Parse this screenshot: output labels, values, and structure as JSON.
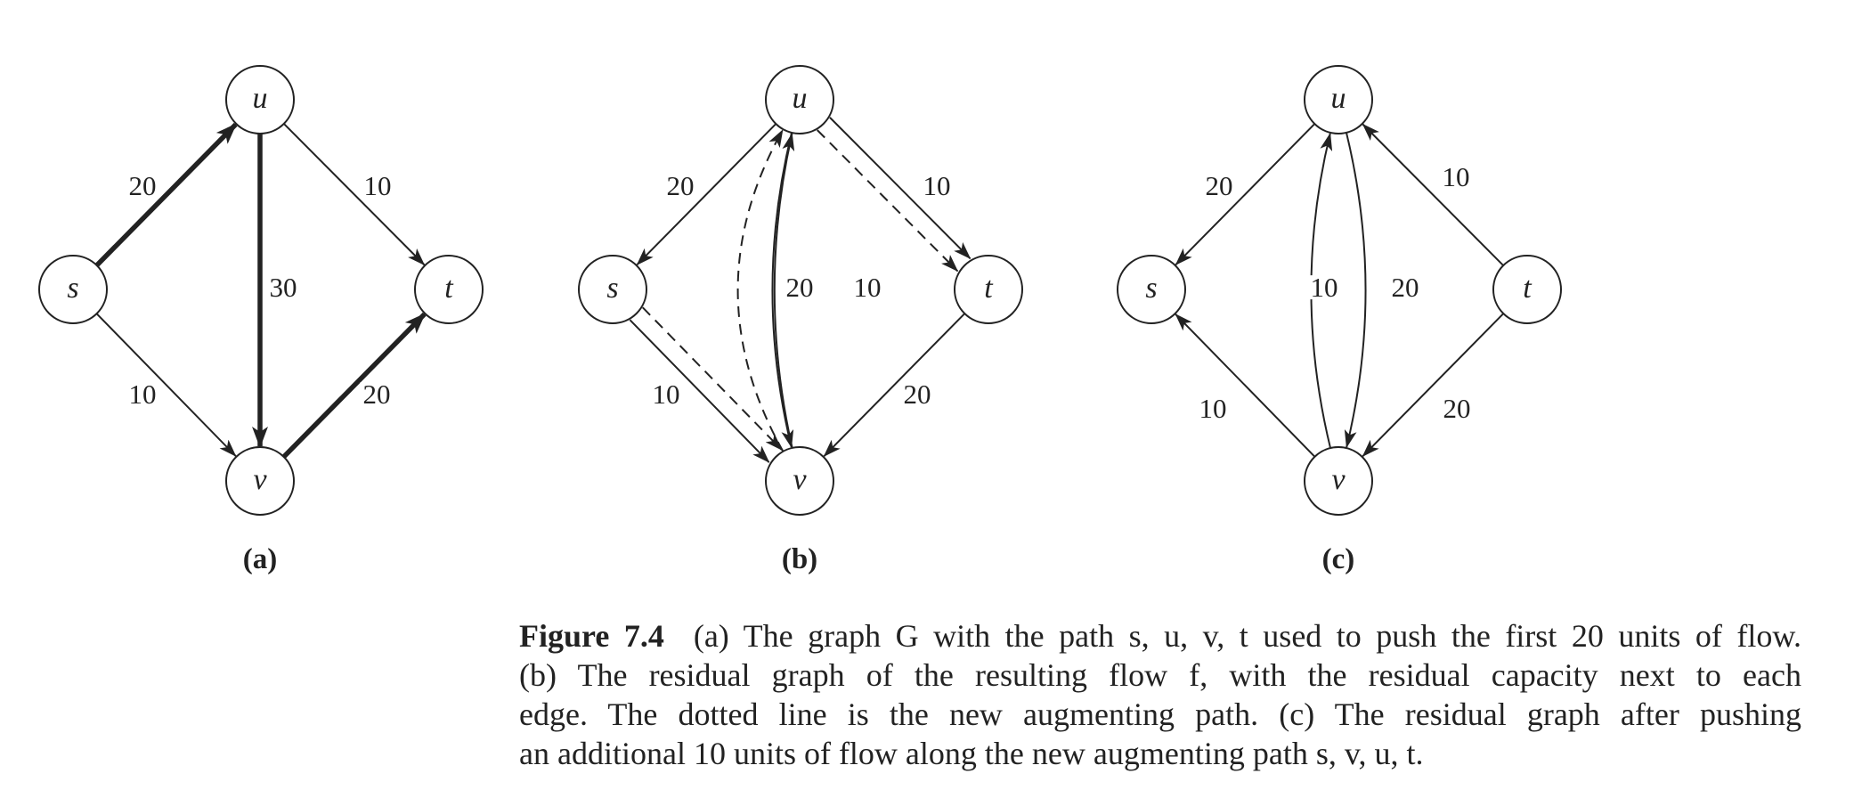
{
  "panels": [
    {
      "id": "a",
      "sublabel": "(a)",
      "nodes": {
        "s": "s",
        "u": "u",
        "v": "v",
        "t": "t"
      },
      "edges": [
        {
          "from": "s",
          "to": "u",
          "label": "20",
          "style": "bold"
        },
        {
          "from": "u",
          "to": "v",
          "label": "30",
          "style": "bold"
        },
        {
          "from": "v",
          "to": "t",
          "label": "20",
          "style": "bold"
        },
        {
          "from": "u",
          "to": "t",
          "label": "10",
          "style": "normal"
        },
        {
          "from": "s",
          "to": "v",
          "label": "10",
          "style": "normal"
        }
      ]
    },
    {
      "id": "b",
      "sublabel": "(b)",
      "nodes": {
        "s": "s",
        "u": "u",
        "v": "v",
        "t": "t"
      },
      "edges": [
        {
          "from": "u",
          "to": "s",
          "label": "20",
          "style": "normal"
        },
        {
          "from": "s",
          "to": "v",
          "label": "10",
          "style": "normal"
        },
        {
          "from": "s",
          "to": "v",
          "label": "",
          "style": "dashed"
        },
        {
          "from": "v",
          "to": "u",
          "label": "",
          "style": "dashed"
        },
        {
          "from": "v",
          "to": "u",
          "label": "20",
          "style": "normal"
        },
        {
          "from": "u",
          "to": "v",
          "label": "10",
          "style": "normal"
        },
        {
          "from": "u",
          "to": "t",
          "label": "10",
          "style": "normal"
        },
        {
          "from": "u",
          "to": "t",
          "label": "",
          "style": "dashed"
        },
        {
          "from": "t",
          "to": "v",
          "label": "20",
          "style": "normal"
        }
      ]
    },
    {
      "id": "c",
      "sublabel": "(c)",
      "nodes": {
        "s": "s",
        "u": "u",
        "v": "v",
        "t": "t"
      },
      "edges": [
        {
          "from": "u",
          "to": "s",
          "label": "20",
          "style": "normal"
        },
        {
          "from": "t",
          "to": "u",
          "label": "10",
          "style": "normal"
        },
        {
          "from": "v",
          "to": "u",
          "label": "10",
          "style": "normal"
        },
        {
          "from": "u",
          "to": "v",
          "label": "20",
          "style": "normal"
        },
        {
          "from": "v",
          "to": "s",
          "label": "10",
          "style": "normal"
        },
        {
          "from": "t",
          "to": "v",
          "label": "20",
          "style": "normal"
        }
      ]
    }
  ],
  "caption": {
    "figure_label": "Figure 7.4",
    "lines": [
      "(a) The graph G with the path s, u, v, t used to push the first 20 units of flow.",
      "(b) The residual graph of the resulting flow f, with the residual capacity next to each",
      "edge. The dotted line is the new augmenting path. (c) The residual graph after pushing",
      "an additional 10 units of flow along the new augmenting path s, v, u, t."
    ]
  }
}
